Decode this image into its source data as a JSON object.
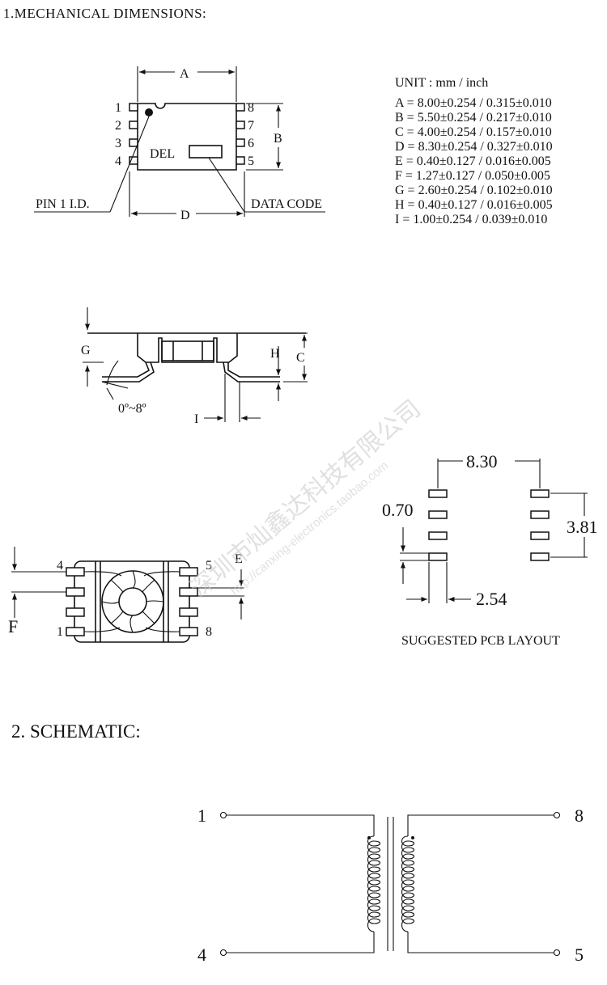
{
  "sections": {
    "mechanical_title": "1.MECHANICAL  DIMENSIONS:",
    "schematic_title": "2.  SCHEMATIC:"
  },
  "top_view": {
    "dim_a": "A",
    "dim_b": "B",
    "dim_d": "D",
    "marking": "DEL",
    "pin1_id": "PIN  1  I.D.",
    "data_code": "DATA  CODE",
    "pins_left": [
      "1",
      "2",
      "3",
      "4"
    ],
    "pins_right": [
      "8",
      "7",
      "6",
      "5"
    ]
  },
  "unit_table": {
    "header": "UNIT : mm / inch",
    "rows": [
      "A = 8.00±0.254 / 0.315±0.010",
      "B = 5.50±0.254 / 0.217±0.010",
      "C = 4.00±0.254 / 0.157±0.010",
      "D = 8.30±0.254 / 0.327±0.010",
      "E = 0.40±0.127 / 0.016±0.005",
      "F = 1.27±0.127 / 0.050±0.005",
      "G = 2.60±0.254 / 0.102±0.010",
      "H = 0.40±0.127 / 0.016±0.005",
      "I = 1.00±0.254 / 0.039±0.010"
    ]
  },
  "side_view": {
    "dim_g": "G",
    "dim_h": "H",
    "dim_c": "C",
    "dim_i": "I",
    "angle": "0º~8º"
  },
  "bottom_view": {
    "pin_4": "4",
    "pin_1": "1",
    "pin_5": "5",
    "pin_8": "8",
    "dim_e": "E",
    "dim_f": "F"
  },
  "pcb_layout": {
    "span": "8.30",
    "pad_height": "0.70",
    "pitch_total": "3.81",
    "pad_width": "2.54",
    "caption": "SUGGESTED  PCB  LAYOUT"
  },
  "schematic": {
    "pin_top_left": "1",
    "pin_bottom_left": "4",
    "pin_top_right": "8",
    "pin_bottom_right": "5"
  },
  "watermark": {
    "cn": "深圳市灿鑫达科技有限公司",
    "url": "http://canxing-electronics.taobao.com"
  }
}
